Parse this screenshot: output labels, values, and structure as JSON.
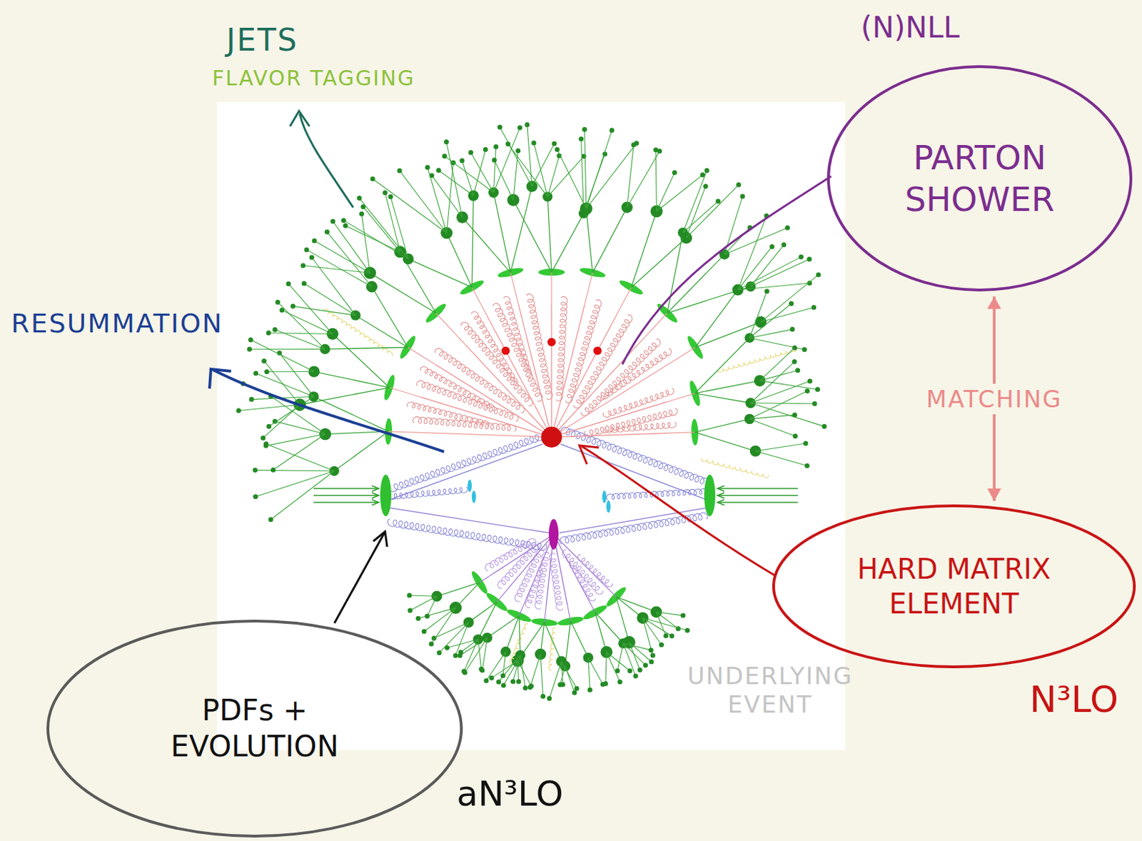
{
  "diagram": {
    "nodes": [
      {
        "text": [
          "(N)NLL",
          "PARTON SHOWER"
        ]
      },
      {
        "text": [
          "HARD MATRIX ELEMENT",
          "N³LO"
        ]
      },
      {
        "text": [
          "PDFs + EVOLUTION",
          "aN³LO"
        ]
      }
    ],
    "edges": [
      {
        "from": 0,
        "to": 1,
        "arrow": "both",
        "label": "MATCHING"
      }
    ],
    "labels": [
      "JETS",
      "FLAVOR TAGGING",
      "RESUMMATION",
      "UNDERLYING EVENT"
    ]
  }
}
